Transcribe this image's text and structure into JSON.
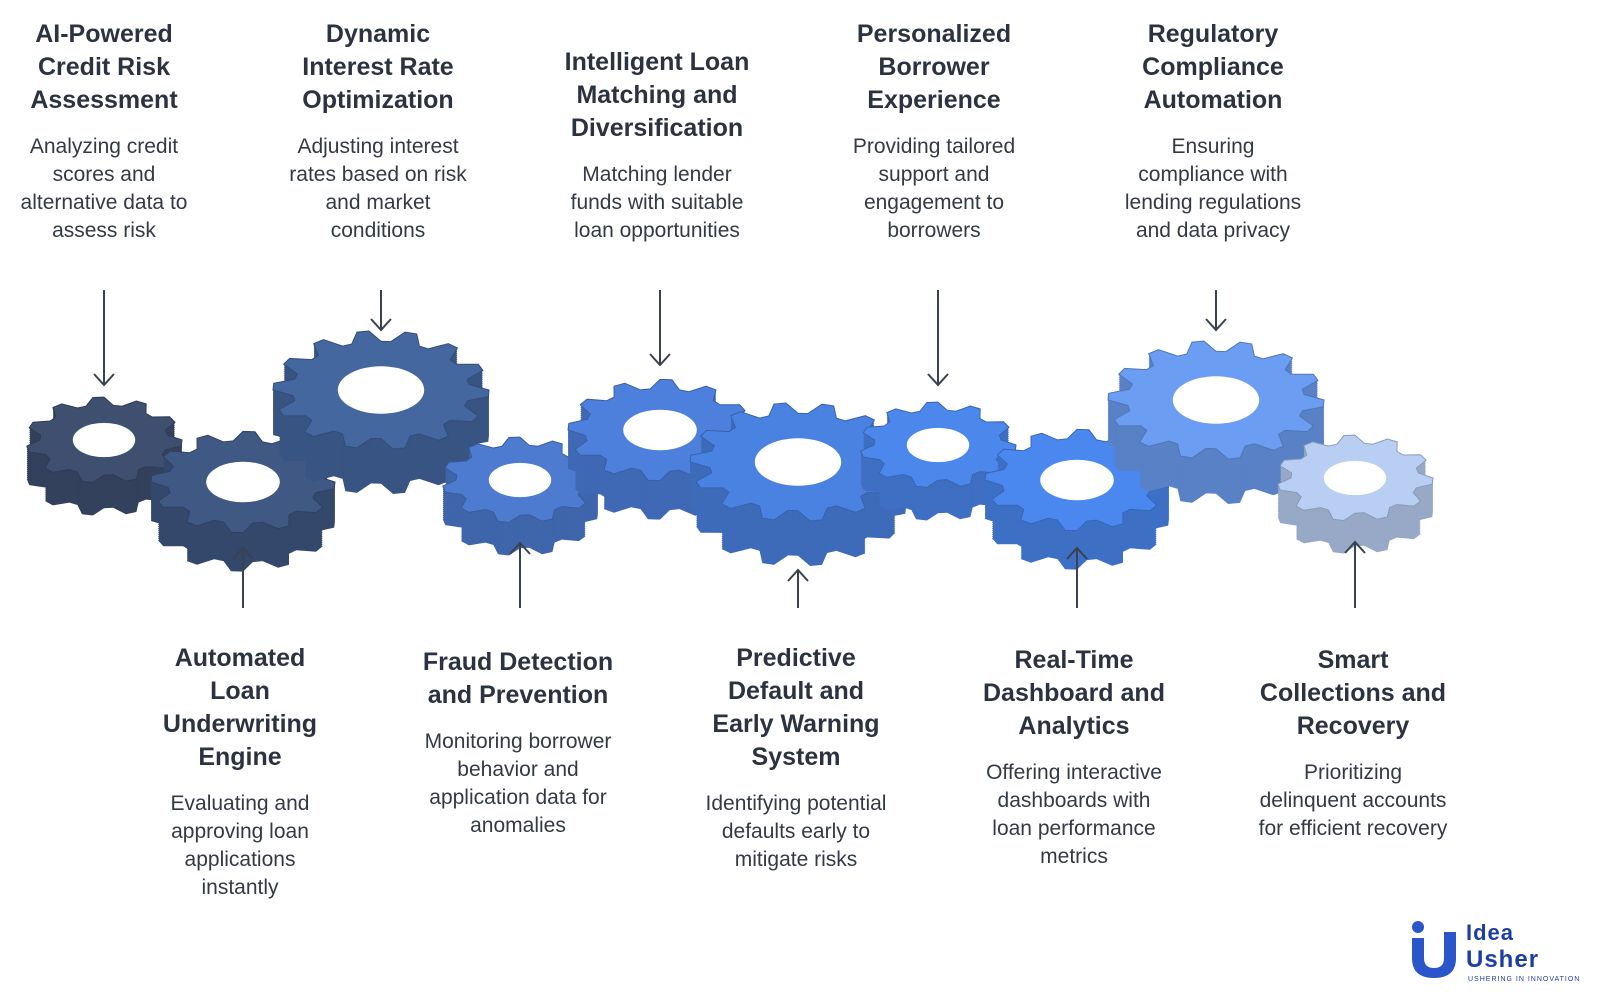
{
  "features": [
    {
      "id": "ai-credit-risk",
      "position": "top",
      "title": [
        "AI-Powered",
        "Credit Risk",
        "Assessment"
      ],
      "description": [
        "Analyzing credit",
        "scores and",
        "alternative data to",
        "assess risk"
      ]
    },
    {
      "id": "automated-underwriting",
      "position": "bottom",
      "title": [
        "Automated",
        "Loan",
        "Underwriting",
        "Engine"
      ],
      "description": [
        "Evaluating and",
        "approving loan",
        "applications",
        "instantly"
      ]
    },
    {
      "id": "dynamic-interest",
      "position": "top",
      "title": [
        "Dynamic",
        "Interest Rate",
        "Optimization"
      ],
      "description": [
        "Adjusting interest",
        "rates based on risk",
        "and market",
        "conditions"
      ]
    },
    {
      "id": "fraud-detection",
      "position": "bottom",
      "title": [
        "Fraud Detection",
        "and Prevention"
      ],
      "description": [
        "Monitoring borrower",
        "behavior and",
        "application data for",
        "anomalies"
      ]
    },
    {
      "id": "loan-matching",
      "position": "top",
      "title": [
        "Intelligent Loan",
        "Matching and",
        "Diversification"
      ],
      "description": [
        "Matching lender",
        "funds with suitable",
        "loan opportunities"
      ]
    },
    {
      "id": "predictive-default",
      "position": "bottom",
      "title": [
        "Predictive",
        "Default and",
        "Early Warning",
        "System"
      ],
      "description": [
        "Identifying potential",
        "defaults early to",
        "mitigate risks"
      ]
    },
    {
      "id": "borrower-experience",
      "position": "top",
      "title": [
        "Personalized",
        "Borrower",
        "Experience"
      ],
      "description": [
        "Providing tailored",
        "support and",
        "engagement to",
        "borrowers"
      ]
    },
    {
      "id": "realtime-dashboard",
      "position": "bottom",
      "title": [
        "Real-Time",
        "Dashboard and",
        "Analytics"
      ],
      "description": [
        "Offering interactive",
        "dashboards with",
        "loan performance",
        "metrics"
      ]
    },
    {
      "id": "regulatory-compliance",
      "position": "top",
      "title": [
        "Regulatory",
        "Compliance",
        "Automation"
      ],
      "description": [
        "Ensuring",
        "compliance with",
        "lending regulations",
        "and data privacy"
      ]
    },
    {
      "id": "smart-collections",
      "position": "bottom",
      "title": [
        "Smart",
        "Collections and",
        "Recovery"
      ],
      "description": [
        "Prioritizing",
        "delinquent accounts",
        "for efficient recovery"
      ]
    }
  ],
  "colors": {
    "text": "#2c3340",
    "arrow": "#3a4150",
    "gear_colors": [
      "#3e4f70",
      "#3f5884",
      "#44679f",
      "#4d7bd0",
      "#4d80dc",
      "#4a82e2",
      "#4c87ec",
      "#4a88f0",
      "#6b9df2",
      "#b8cef3"
    ]
  },
  "logo": {
    "line1": "Idea",
    "line2": "Usher",
    "tagline": "USHERING IN INNOVATION"
  }
}
